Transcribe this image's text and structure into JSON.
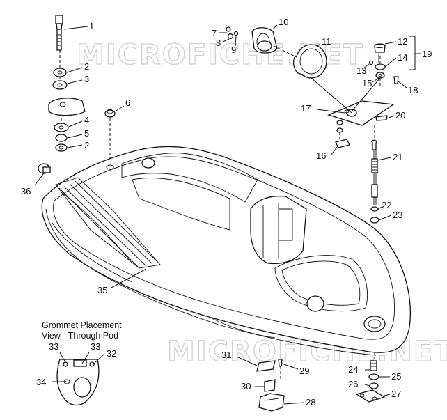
{
  "watermark": "MICROFICHE.NET",
  "inset": {
    "title_line1": "Grommet Placement",
    "title_line2": "View - Through Pod"
  },
  "callouts": {
    "c1": "1",
    "c2a": "2",
    "c2b": "2",
    "c3": "3",
    "c4": "4",
    "c5": "5",
    "c6": "6",
    "c7": "7",
    "c8": "8",
    "c9": "9",
    "c10": "10",
    "c11": "11",
    "c12": "12",
    "c13": "13",
    "c14": "14",
    "c15": "15",
    "c16": "16",
    "c17": "17",
    "c18": "18",
    "c19": "19",
    "c20": "20",
    "c21": "21",
    "c22": "22",
    "c23": "23",
    "c24": "24",
    "c25": "25",
    "c26": "26",
    "c27": "27",
    "c28": "28",
    "c29": "29",
    "c30": "30",
    "c31": "31",
    "c32": "32",
    "c33a": "33",
    "c33b": "33",
    "c34": "34",
    "c35": "35",
    "c36": "36"
  }
}
